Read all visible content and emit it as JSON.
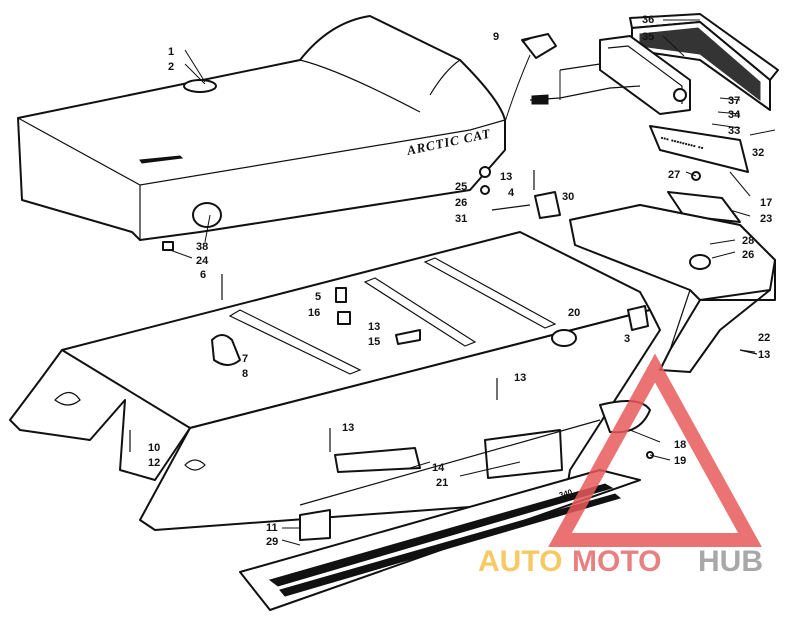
{
  "callouts": [
    {
      "id": "c1",
      "text": "1"
    },
    {
      "id": "c2",
      "text": "2"
    },
    {
      "id": "c9",
      "text": "9"
    },
    {
      "id": "c36",
      "text": "36"
    },
    {
      "id": "c35",
      "text": "35"
    },
    {
      "id": "c37",
      "text": "37"
    },
    {
      "id": "c34",
      "text": "34"
    },
    {
      "id": "c33",
      "text": "33"
    },
    {
      "id": "c32",
      "text": "32"
    },
    {
      "id": "c17",
      "text": "17"
    },
    {
      "id": "c27",
      "text": "27"
    },
    {
      "id": "c23",
      "text": "23"
    },
    {
      "id": "c13a",
      "text": "13"
    },
    {
      "id": "c4",
      "text": "4"
    },
    {
      "id": "c25",
      "text": "25"
    },
    {
      "id": "c26a",
      "text": "26"
    },
    {
      "id": "c31",
      "text": "31"
    },
    {
      "id": "c30",
      "text": "30"
    },
    {
      "id": "c28",
      "text": "28"
    },
    {
      "id": "c26b",
      "text": "26"
    },
    {
      "id": "c38",
      "text": "38"
    },
    {
      "id": "c24",
      "text": "24"
    },
    {
      "id": "c6",
      "text": "6"
    },
    {
      "id": "c5",
      "text": "5"
    },
    {
      "id": "c16",
      "text": "16"
    },
    {
      "id": "c13b",
      "text": "13"
    },
    {
      "id": "c15",
      "text": "15"
    },
    {
      "id": "c20",
      "text": "20"
    },
    {
      "id": "c3",
      "text": "3"
    },
    {
      "id": "c22",
      "text": "22"
    },
    {
      "id": "c13c",
      "text": "13"
    },
    {
      "id": "c7",
      "text": "7"
    },
    {
      "id": "c8",
      "text": "8"
    },
    {
      "id": "c13d",
      "text": "13"
    },
    {
      "id": "c13e",
      "text": "13"
    },
    {
      "id": "c10",
      "text": "10"
    },
    {
      "id": "c12",
      "text": "12"
    },
    {
      "id": "c14",
      "text": "14"
    },
    {
      "id": "c21",
      "text": "21"
    },
    {
      "id": "c18",
      "text": "18"
    },
    {
      "id": "c19",
      "text": "19"
    },
    {
      "id": "c11",
      "text": "11"
    },
    {
      "id": "c29",
      "text": "29"
    }
  ],
  "seat_brand": "ARCTIC CAT",
  "hood_decal": "340",
  "watermark": {
    "part1": "AUTO",
    "part2": "MOTO",
    "part3": "HUB",
    "color1": "#f5c04a",
    "color2": "#e46a6a",
    "color3": "#9a9a9a",
    "triangle_color": "#e85a5a"
  }
}
